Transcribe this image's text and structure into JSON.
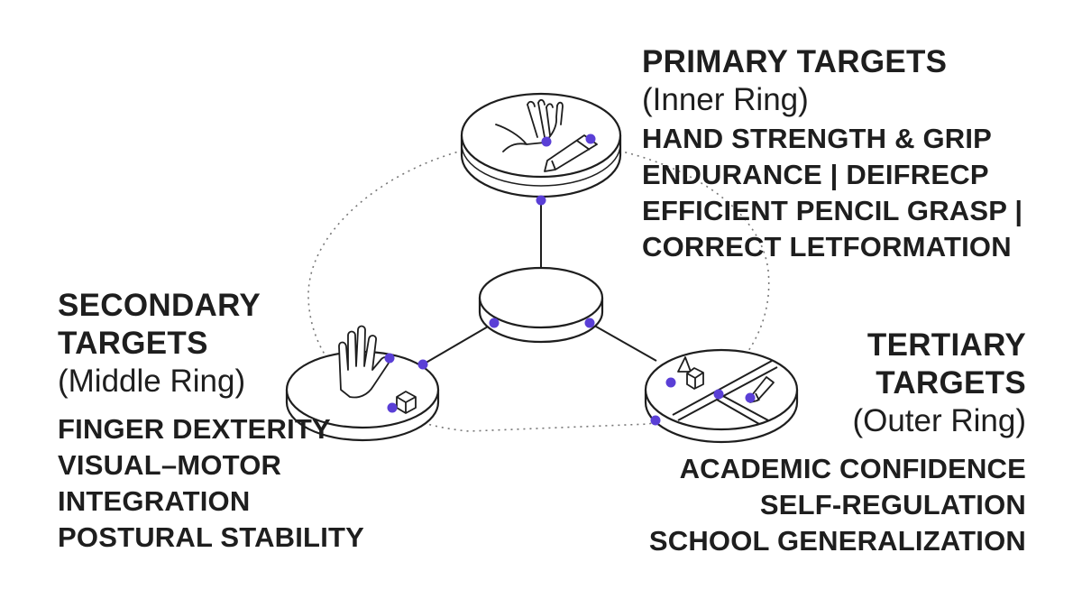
{
  "colors": {
    "ink": "#1e1e1e",
    "accent_dot": "#5a3fd6",
    "background": "#ffffff"
  },
  "primary": {
    "heading": "PRIMARY TARGETS",
    "subheading": "(Inner Ring)",
    "items": [
      "HAND STRENGTH & GRIP",
      "ENDURANCE | DEIFRECP",
      "EFFICIENT PENCIL GRASP |",
      "CORRECT LETFORMATION"
    ],
    "icons": [
      "hand-icon",
      "pencil-icon"
    ]
  },
  "secondary": {
    "heading_line1": "SECONDARY",
    "heading_line2": "TARGETS",
    "subheading": "(Middle Ring)",
    "items": [
      "FINGER DEXTERITY",
      "VISUAL–MOTOR",
      "INTEGRATION",
      "POSTURAL STABILITY"
    ],
    "icons": [
      "raised-hand-icon",
      "cube-icon"
    ]
  },
  "tertiary": {
    "heading_line1": "TERTIARY",
    "heading_line2": "TARGETS",
    "subheading": "(Outer Ring)",
    "items": [
      "ACADEMIC CONFIDENCE",
      "SELF-REGULATION",
      "SCHOOL GENERALIZATION"
    ],
    "icons": [
      "blocks-icon",
      "pencil-icon"
    ]
  }
}
